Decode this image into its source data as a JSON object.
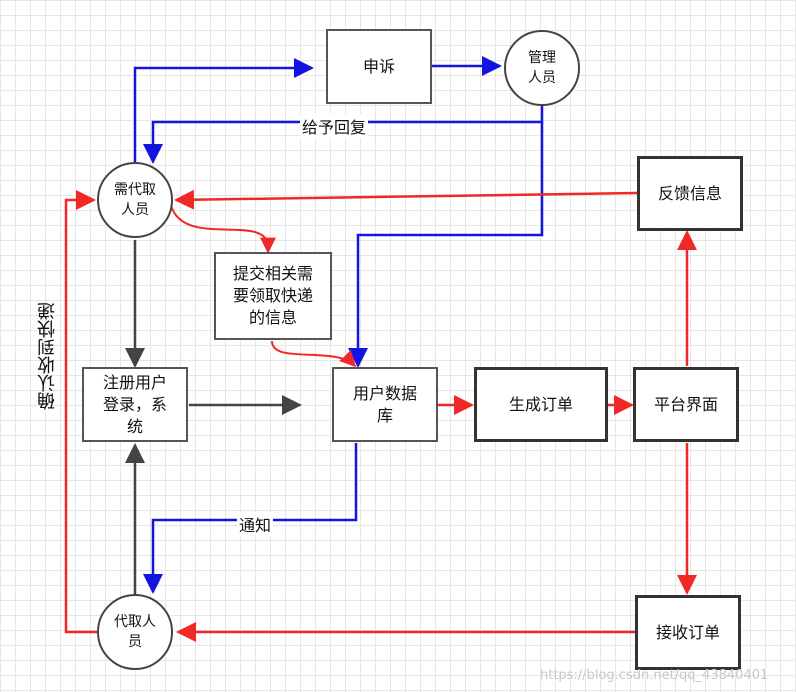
{
  "nodes": {
    "shensu": "申诉",
    "guanli": "管理\n人员",
    "xudaiqu": "需代取\n人员",
    "fankui": "反馈信息",
    "tijiao": "提交相关需\n要领取快递\n的信息",
    "zhuce": "注册用户\n登录，系\n统",
    "shujuku": "用户数据\n库",
    "shengcheng": "生成订单",
    "pingtai": "平台界面",
    "jieshou": "接收订单",
    "daiqu": "代取人\n员"
  },
  "edge_labels": {
    "reply": "给予回复",
    "notify": "通知",
    "confirm": "确认收到快递"
  },
  "watermark": "https://blog.csdn.net/qq_43840401",
  "colors": {
    "blue": "#1414e0",
    "red": "#f02828",
    "dark": "#444444"
  }
}
